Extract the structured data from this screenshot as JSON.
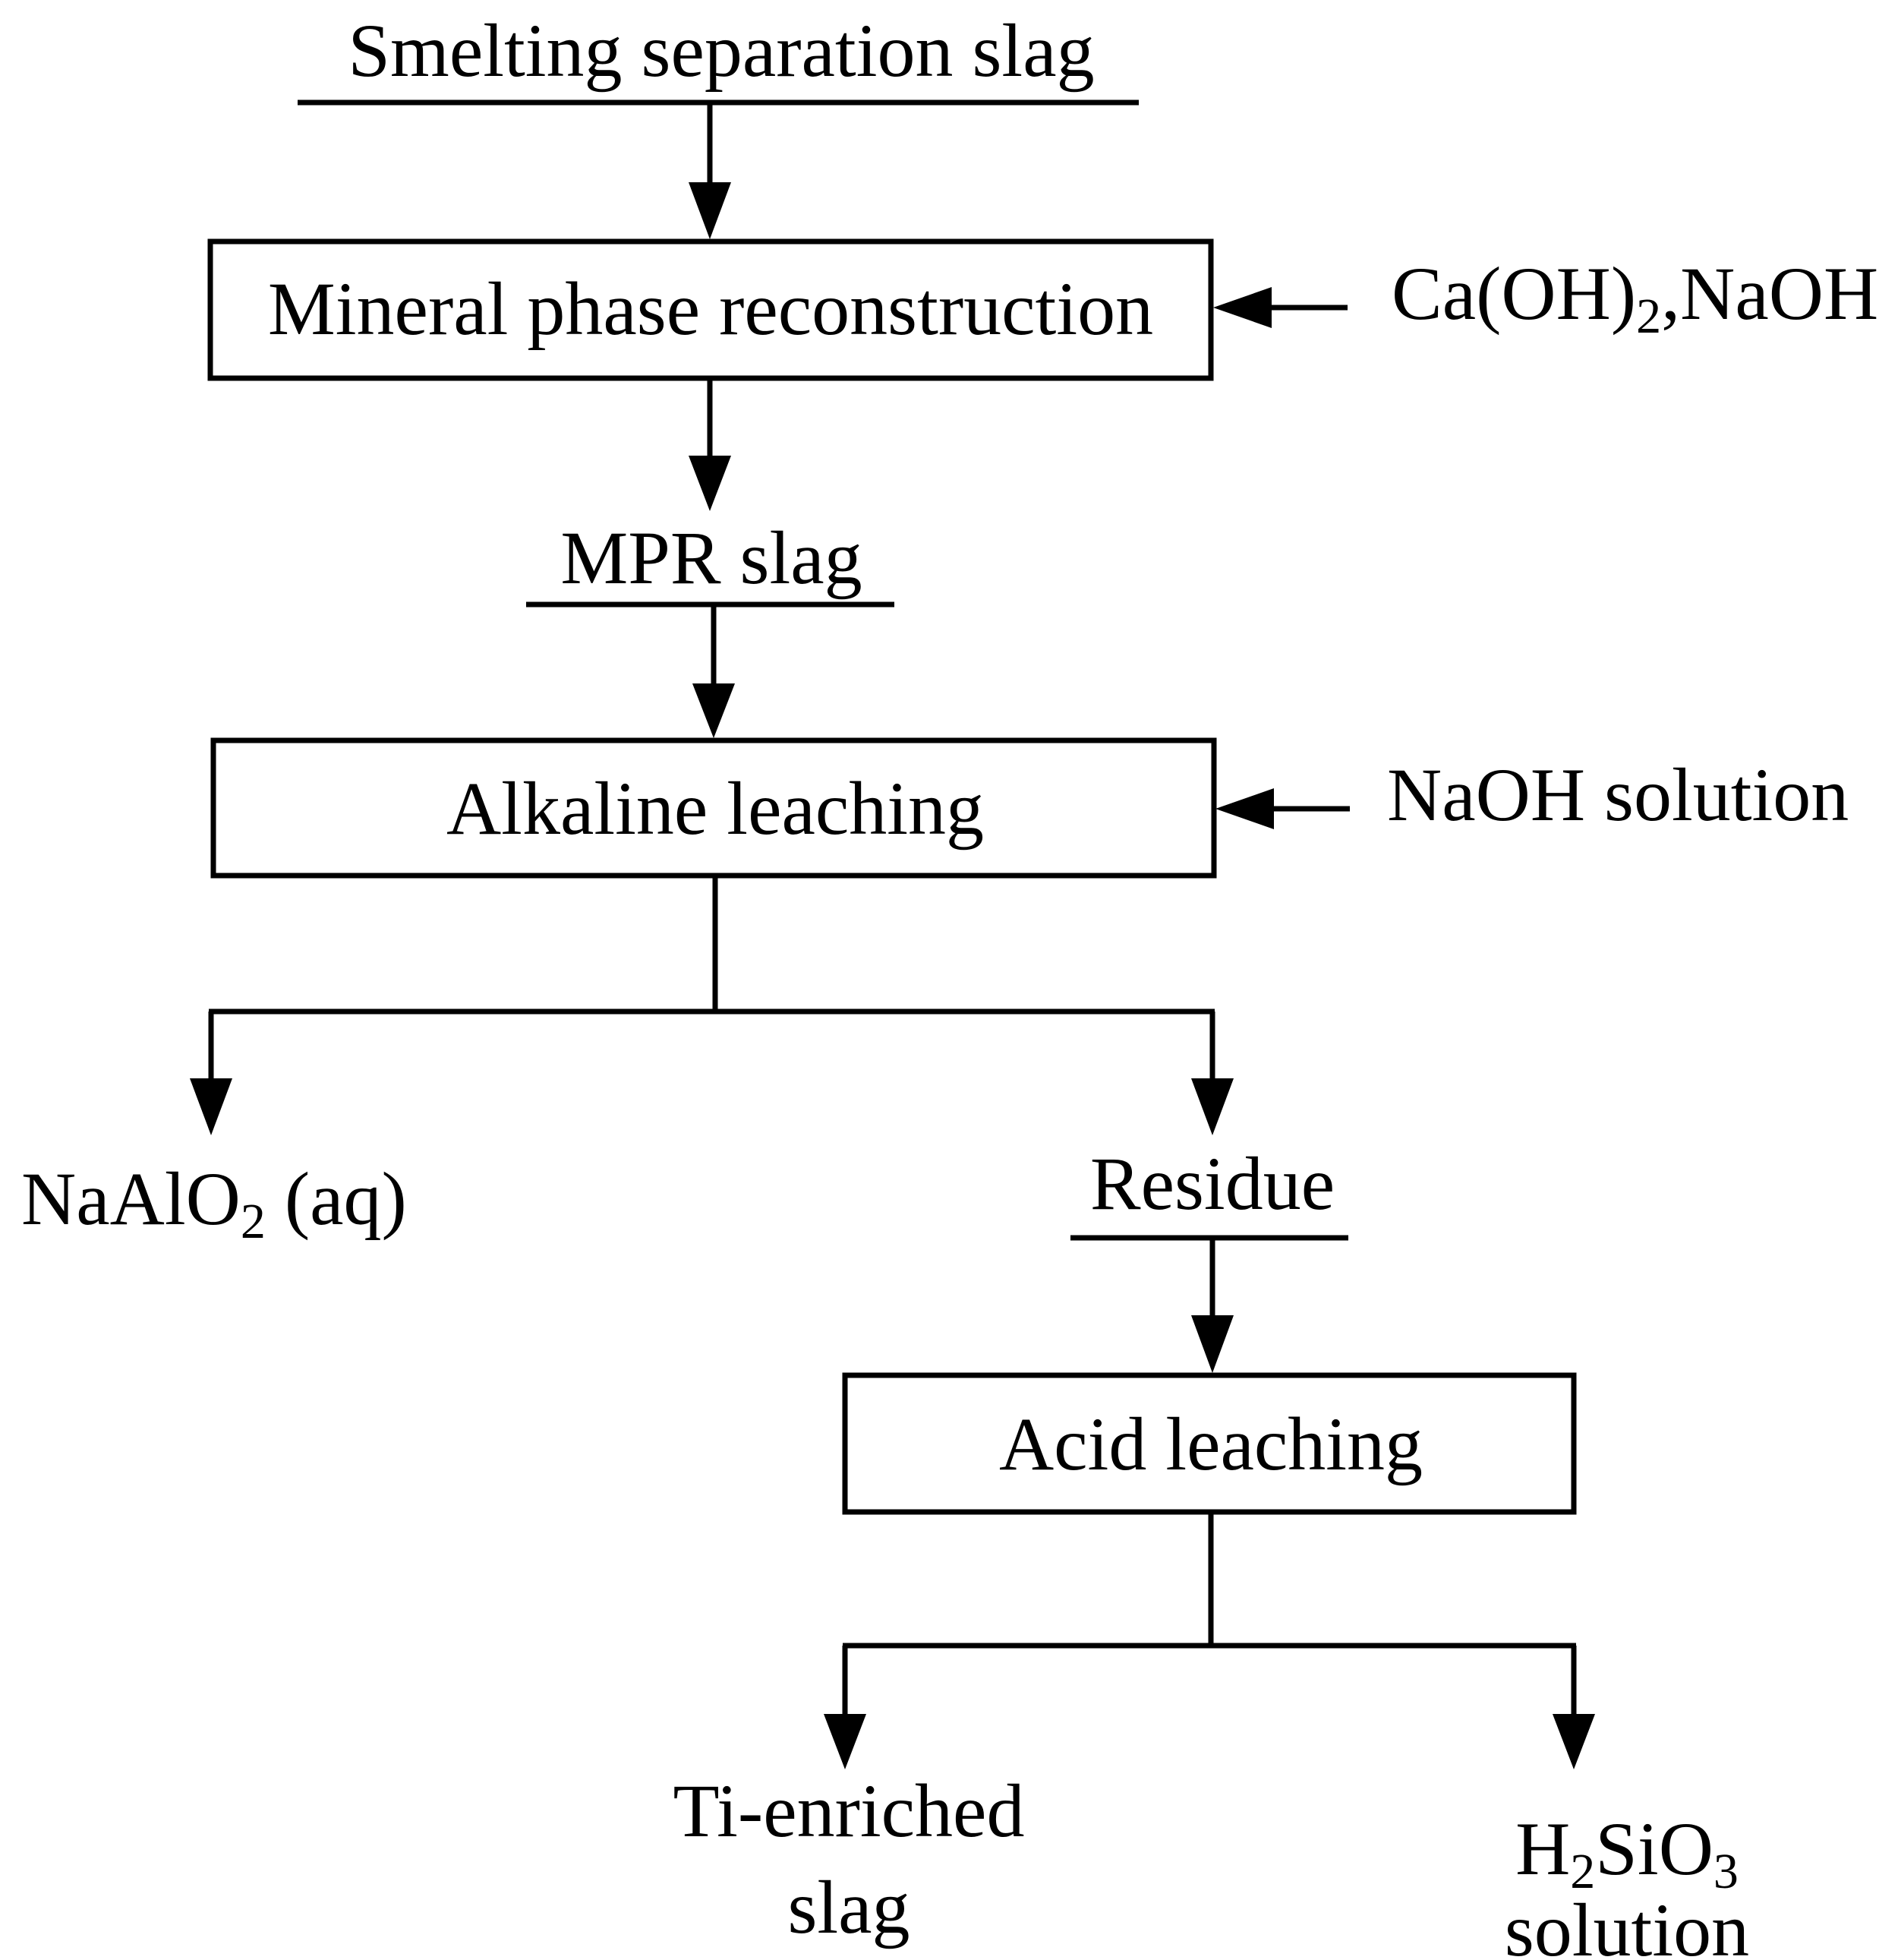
{
  "flowchart": {
    "inputs": {
      "smelting_slag": "Smelting separation slag",
      "mpr_slag": "MPR slag",
      "residue": "Residue"
    },
    "steps": {
      "mineral_phase": "Mineral phase reconstruction",
      "alkaline": "Alkaline leaching",
      "acid": "Acid leaching"
    },
    "reagents": {
      "mpr_reagent_pre": "Ca(OH)",
      "mpr_reagent_sub": "2",
      "mpr_reagent_post": ",NaOH",
      "alkaline_reagent": "NaOH solution"
    },
    "products": {
      "naalo2_pre": "NaAlO",
      "naalo2_sub": "2",
      "naalo2_post": " (aq)",
      "ti_line1": "Ti-enriched",
      "ti_line2": "slag",
      "h2sio3_h": "H",
      "h2sio3_sub1": "2",
      "h2sio3_mid": "SiO",
      "h2sio3_sub2": "3",
      "h2sio3_line2": "solution"
    }
  }
}
